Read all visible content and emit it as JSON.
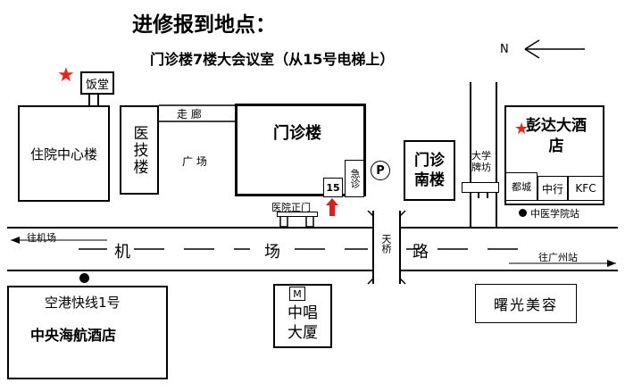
{
  "title": "进修报到地点：",
  "subtitle": "门诊楼7楼大会议室（从15号电梯上）",
  "north_label": "N",
  "colors": {
    "star": "#e8231a",
    "arrow_up": "#d62020",
    "text": "#000000",
    "background": "#ffffff"
  },
  "icons": {
    "star": "star-icon",
    "parking": "parking-icon",
    "arrow": "arrow-up-icon"
  },
  "buildings": {
    "canteen": "饭堂",
    "inpatient": "住院中心楼",
    "medtech": "医技楼",
    "outpatient": "门诊楼",
    "emergency": "急诊",
    "elevator": "15",
    "parking": "P",
    "south_outpatient": "门诊南楼",
    "archway": "大学牌坊",
    "pengda_hotel": "彭达大酒店",
    "dudu": "都城",
    "bank": "中行",
    "kfc": "KFC",
    "zhongchang_m": "M",
    "zhongchang": "中唱大厦",
    "shuguang": "曙光美容",
    "airport_shuttle": "空港快线1号",
    "aviation_hotel": "中央海航酒店"
  },
  "labels": {
    "corridor": "走 廊",
    "square": "广 场",
    "main_gate": "医院正门",
    "tcm_station": "中医学院站",
    "to_airport": "往机场",
    "to_guangzhou": "往广州站",
    "road_1": "机",
    "road_2": "场",
    "road_3": "路",
    "bridge": "天桥"
  }
}
